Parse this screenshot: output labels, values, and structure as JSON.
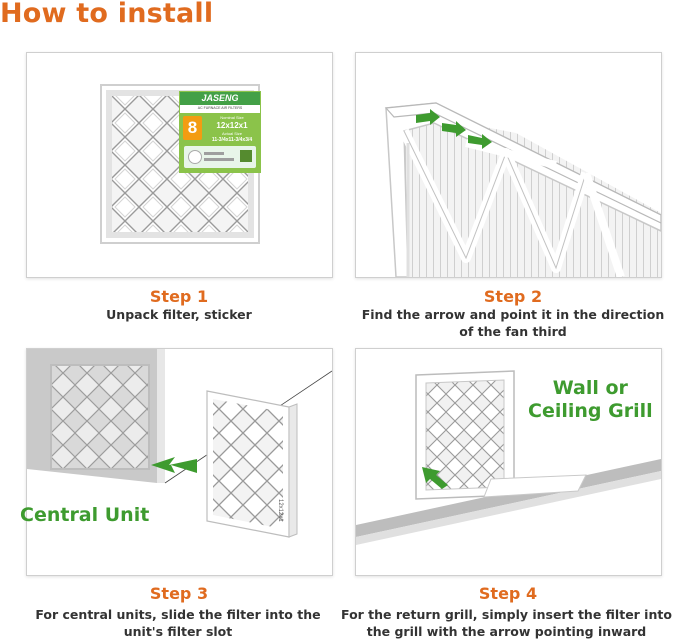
{
  "page": {
    "title": "How to install"
  },
  "product": {
    "brand": "JASENG",
    "subtitle": "AC FURNACE AIR FILTERS",
    "merv": "8",
    "nominal_label": "Nominal Size",
    "nominal_size": "12x12x1",
    "actual_label": "Actual Size",
    "actual_size": "11-3/4x11-3/4x3/4",
    "edge_label": "12x12x1"
  },
  "steps": [
    {
      "title": "Step 1",
      "lines": [
        "Unpack filter, sticker"
      ]
    },
    {
      "title": "Step 2",
      "lines": [
        "Find the arrow and point it in the direction",
        "of the fan third"
      ]
    },
    {
      "title": "Step 3",
      "lines": [
        "For central units, slide the filter into the",
        "unit's filter slot"
      ],
      "label": "Central Unit"
    },
    {
      "title": "Step 4",
      "lines": [
        "For the return grill, simply insert the filter into",
        "the grill with the arrow pointing inward"
      ],
      "label_lines": [
        "Wall or",
        "Ceiling Grill"
      ]
    }
  ],
  "colors": {
    "accent_orange": "#e06b1f",
    "accent_green": "#3e9b2f"
  },
  "icons": [
    "arrow-icon"
  ]
}
